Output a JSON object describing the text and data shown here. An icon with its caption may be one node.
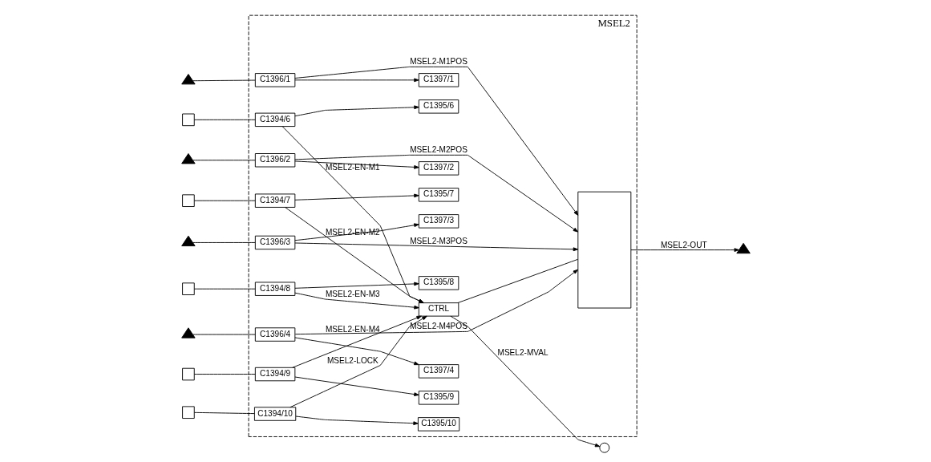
{
  "diagram": {
    "nodes": [
      {
        "text": [
          "MSEL2"
        ]
      },
      {
        "text": [],
        "shape": "triangle"
      },
      {
        "text": [
          "C1396/1"
        ],
        "in": 0
      },
      {
        "text": [
          "C1397/1"
        ],
        "in": 0
      },
      {
        "text": [],
        "shape": "box"
      },
      {
        "text": [
          "C1394/6"
        ],
        "in": 0
      },
      {
        "text": [
          "C1395/6"
        ],
        "in": 0
      },
      {
        "text": [],
        "shape": "triangle"
      },
      {
        "text": [
          "C1396/2"
        ],
        "in": 0
      },
      {
        "text": [
          "C1397/2"
        ],
        "in": 0
      },
      {
        "text": [],
        "shape": "box"
      },
      {
        "text": [
          "C1394/7"
        ],
        "in": 0
      },
      {
        "text": [
          "C1395/7"
        ],
        "in": 0
      },
      {
        "text": [],
        "shape": "triangle"
      },
      {
        "text": [
          "C1396/3"
        ],
        "in": 0
      },
      {
        "text": [
          "C1397/3"
        ],
        "in": 0
      },
      {
        "text": [],
        "shape": "box"
      },
      {
        "text": [
          "C1394/8"
        ],
        "in": 0
      },
      {
        "text": [
          "C1395/8"
        ],
        "in": 0
      },
      {
        "text": [],
        "shape": "triangle"
      },
      {
        "text": [
          "C1396/4"
        ],
        "in": 0
      },
      {
        "text": [
          "C1397/4"
        ],
        "in": 0
      },
      {
        "text": [],
        "shape": "box"
      },
      {
        "text": [
          "C1394/9"
        ],
        "in": 0
      },
      {
        "text": [
          "C1395/9"
        ],
        "in": 0
      },
      {
        "text": [],
        "shape": "box"
      },
      {
        "text": [
          "C1394/10"
        ],
        "in": 0
      },
      {
        "text": [
          "C1395/10"
        ],
        "in": 0
      },
      {
        "text": [],
        "shape": "box",
        "in": 0
      },
      {
        "text": [
          "CTRL"
        ],
        "in": 0
      },
      {
        "text": [],
        "shape": "triangle"
      },
      {
        "text": [],
        "shape": "circle"
      }
    ],
    "edges": [
      {
        "from": 1,
        "to": 2,
        "arrow": "none"
      },
      {
        "from": 2,
        "to": 28,
        "arrow": "to",
        "label": "MSEL2-M1POS"
      },
      {
        "from": 2,
        "to": 3,
        "arrow": "to"
      },
      {
        "from": 4,
        "to": 5,
        "arrow": "none"
      },
      {
        "from": 5,
        "to": 29,
        "arrow": "to",
        "label": "MSEL2-EN-M1"
      },
      {
        "from": 5,
        "to": 6,
        "arrow": "to"
      },
      {
        "from": 7,
        "to": 8,
        "arrow": "none"
      },
      {
        "from": 8,
        "to": 28,
        "arrow": "to",
        "label": "MSEL2-M2POS"
      },
      {
        "from": 8,
        "to": 9,
        "arrow": "to"
      },
      {
        "from": 10,
        "to": 11,
        "arrow": "none"
      },
      {
        "from": 11,
        "to": 29,
        "arrow": "to",
        "label": "MSEL2-EN-M2"
      },
      {
        "from": 11,
        "to": 12,
        "arrow": "to"
      },
      {
        "from": 13,
        "to": 14,
        "arrow": "none"
      },
      {
        "from": 14,
        "to": 28,
        "arrow": "to",
        "label": "MSEL2-M3POS"
      },
      {
        "from": 14,
        "to": 15,
        "arrow": "to"
      },
      {
        "from": 16,
        "to": 17,
        "arrow": "none"
      },
      {
        "from": 17,
        "to": 29,
        "arrow": "to",
        "label": "MSEL2-EN-M3"
      },
      {
        "from": 17,
        "to": 18,
        "arrow": "to"
      },
      {
        "from": 19,
        "to": 20,
        "arrow": "none"
      },
      {
        "from": 20,
        "to": 28,
        "arrow": "to",
        "label": "MSEL2-M4POS"
      },
      {
        "from": 20,
        "to": 21,
        "arrow": "to"
      },
      {
        "from": 22,
        "to": 23,
        "arrow": "none"
      },
      {
        "from": 23,
        "to": 29,
        "arrow": "to",
        "label": "MSEL2-EN-M4"
      },
      {
        "from": 23,
        "to": 24,
        "arrow": "to"
      },
      {
        "from": 25,
        "to": 26,
        "arrow": "none"
      },
      {
        "from": 26,
        "to": 29,
        "arrow": "to",
        "label": "MSEL2-LOCK"
      },
      {
        "from": 26,
        "to": 27,
        "arrow": "to"
      },
      {
        "from": 29,
        "to": 28,
        "arrow": "none"
      },
      {
        "from": 28,
        "to": 30,
        "arrow": "to",
        "label": "MSEL2-OUT"
      },
      {
        "from": 29,
        "to": 31,
        "arrow": "to",
        "label": "MSEL2-MVAL"
      }
    ]
  }
}
